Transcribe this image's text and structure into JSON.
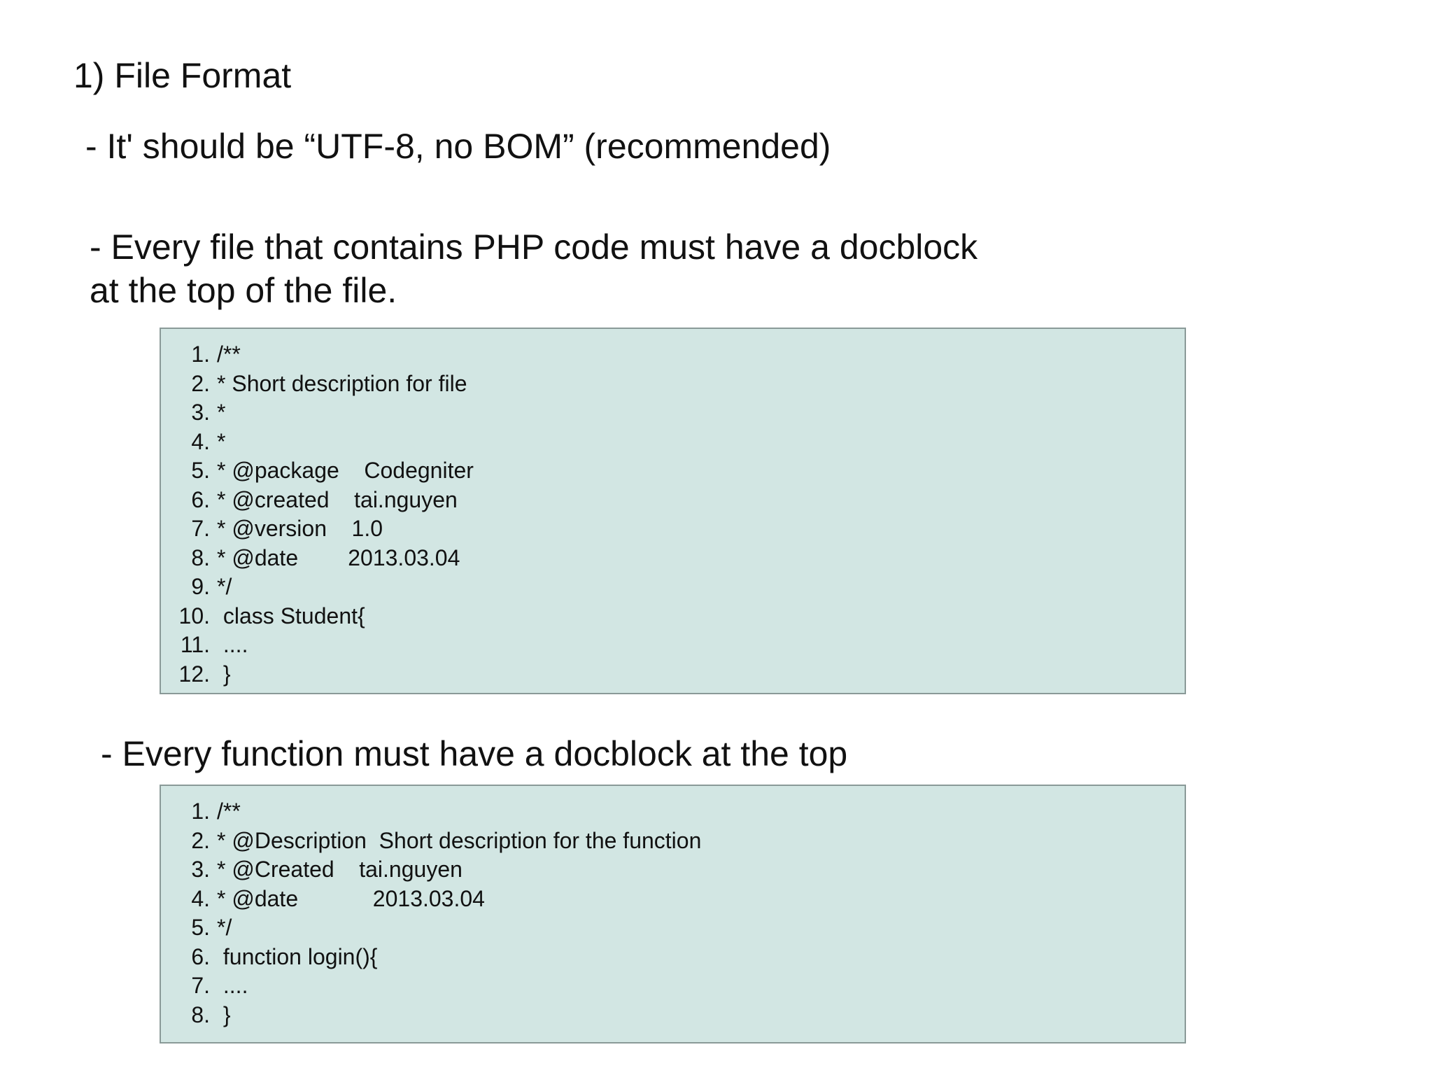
{
  "heading": "1) File Format",
  "bullets": {
    "encoding": "- It' should be “UTF-8, no BOM” (recommended)",
    "file_docblock_line1": "- Every file that contains PHP code must have a docblock",
    "file_docblock_line2": "at the top of the file.",
    "function_docblock": "- Every function must have a docblock at the top"
  },
  "file_code": [
    {
      "n": "1.",
      "t": "/**"
    },
    {
      "n": "2.",
      "t": "* Short description for file"
    },
    {
      "n": "3.",
      "t": "*"
    },
    {
      "n": "4.",
      "t": "*"
    },
    {
      "n": "5.",
      "t": "* @package    Codegniter"
    },
    {
      "n": "6.",
      "t": "* @created    tai.nguyen"
    },
    {
      "n": "7.",
      "t": "* @version    1.0"
    },
    {
      "n": "8.",
      "t": "* @date        2013.03.04"
    },
    {
      "n": "9.",
      "t": "*/"
    },
    {
      "n": "10.",
      "t": " class Student{"
    },
    {
      "n": "11.",
      "t": " ...."
    },
    {
      "n": "12.",
      "t": " }"
    }
  ],
  "function_code": [
    {
      "n": "1.",
      "t": "/**"
    },
    {
      "n": "2.",
      "t": "* @Description  Short description for the function"
    },
    {
      "n": "3.",
      "t": "* @Created    tai.nguyen"
    },
    {
      "n": "4.",
      "t": "* @date            2013.03.04"
    },
    {
      "n": "5.",
      "t": "*/"
    },
    {
      "n": "6.",
      "t": " function login(){"
    },
    {
      "n": "7.",
      "t": " ...."
    },
    {
      "n": "8.",
      "t": " }"
    }
  ],
  "colors": {
    "code_background": "#d2e6e3",
    "code_border": "#8a9a98",
    "text": "#111111"
  }
}
